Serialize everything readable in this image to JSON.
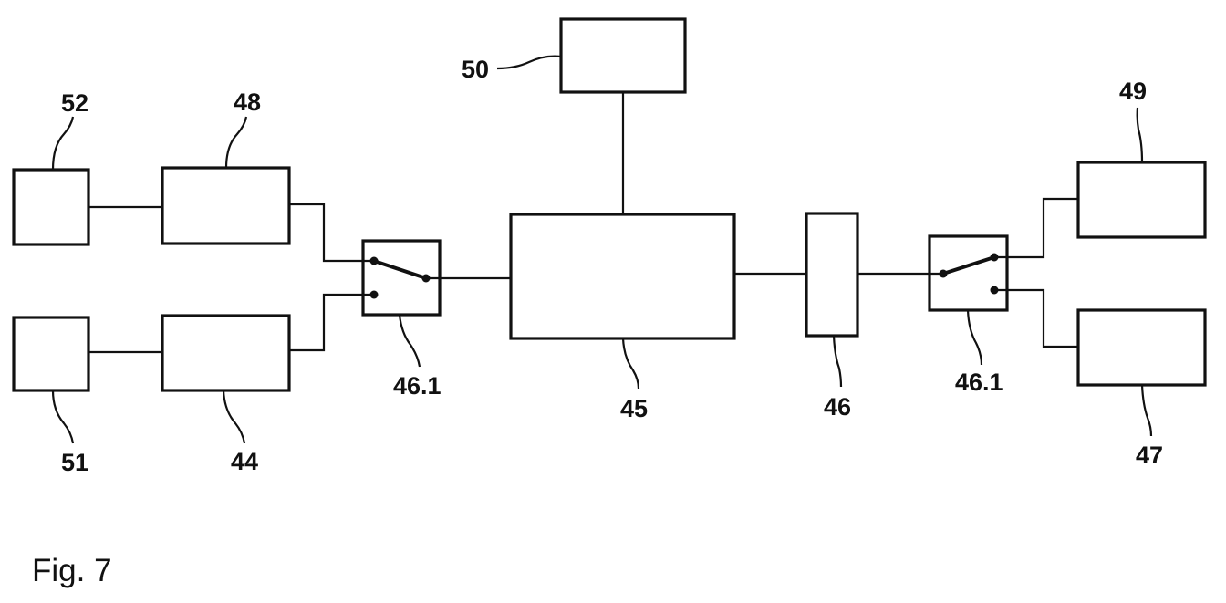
{
  "figure": {
    "caption": "Fig. 7"
  },
  "labels": {
    "l44": "44",
    "l45": "45",
    "l46": "46",
    "l46_1_left": "46.1",
    "l46_1_right": "46.1",
    "l47": "47",
    "l48": "48",
    "l49": "49",
    "l50": "50",
    "l51": "51",
    "l52": "52"
  },
  "colors": {
    "ink": "#111111",
    "background": "#ffffff"
  }
}
